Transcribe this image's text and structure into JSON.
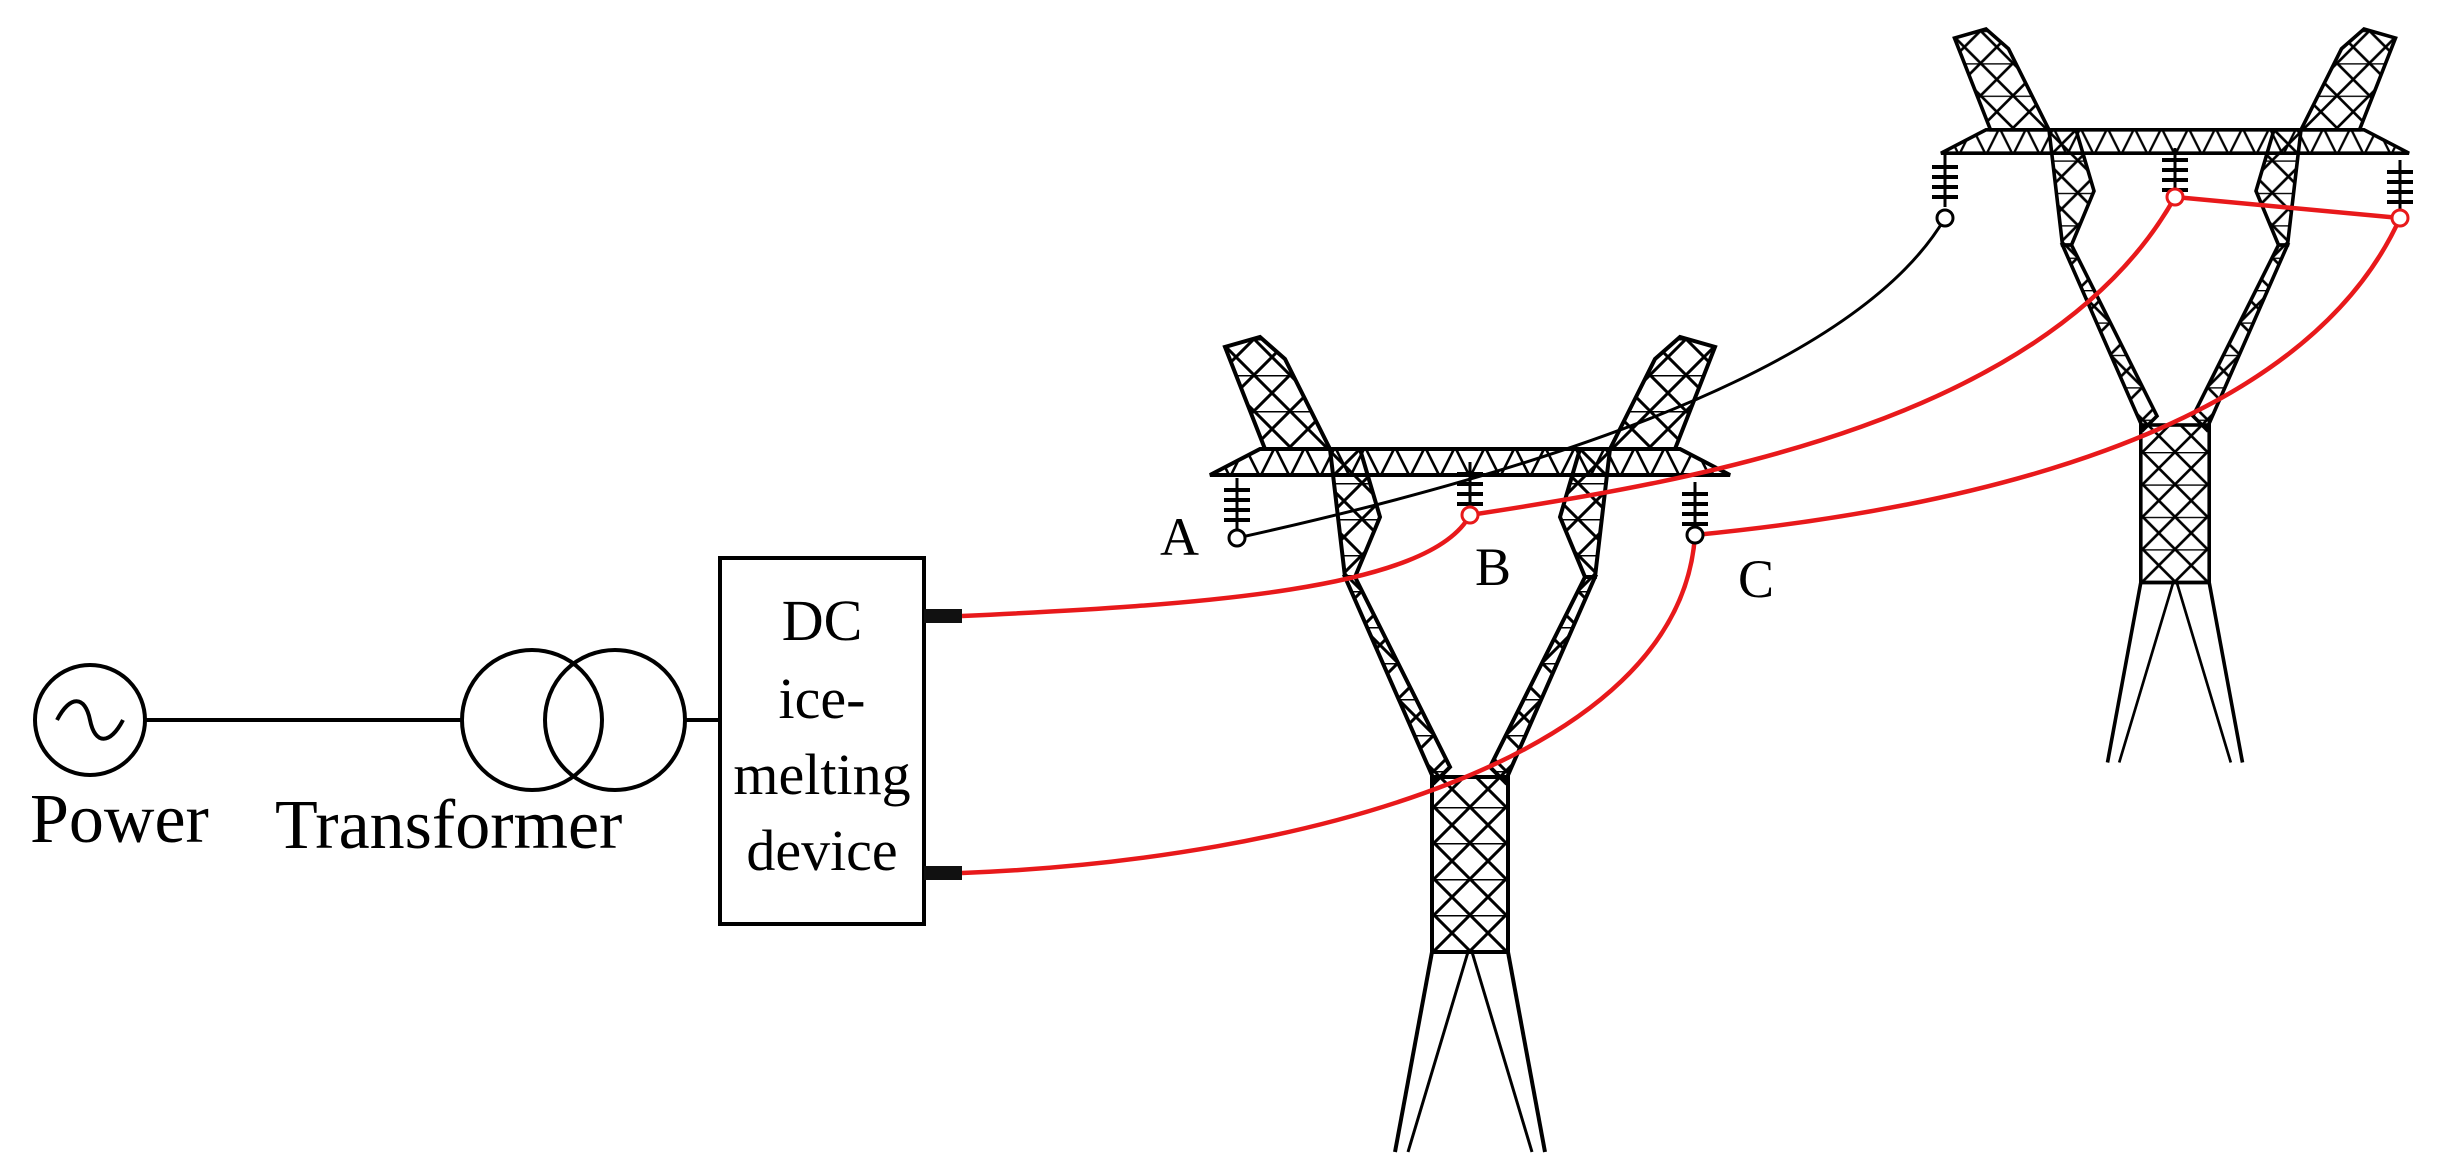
{
  "labels": {
    "power": "Power",
    "transformer": "Transformer",
    "device_lines": [
      "DC",
      "ice-",
      "melting",
      "device"
    ],
    "phase_a": "A",
    "phase_b": "B",
    "phase_c": "C"
  },
  "icons": {
    "source": "ac-source-icon",
    "transformer": "transformer-icon",
    "tower": "transmission-tower-icon",
    "insulator": "insulator-icon"
  },
  "colors": {
    "line": "#000000",
    "ice_melting_circuit": "#e8191b",
    "terminal": "#111111",
    "background": "#ffffff"
  }
}
